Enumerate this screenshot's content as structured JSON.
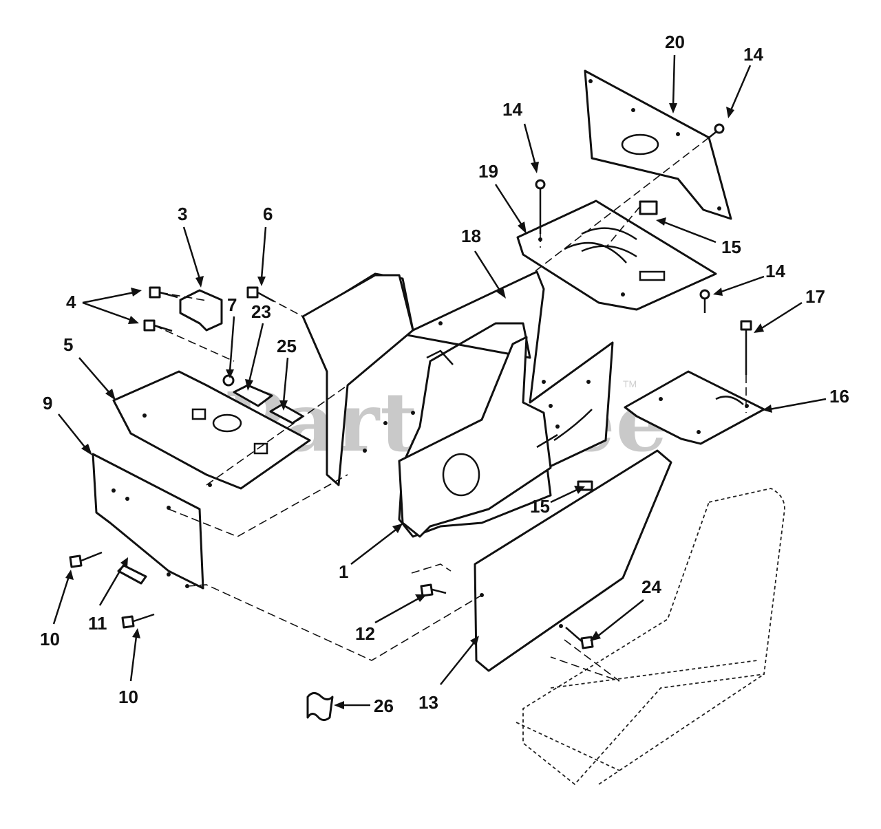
{
  "watermark": {
    "text": "PartsTree",
    "tm": "TM"
  },
  "callouts": [
    {
      "id": "c20",
      "label": "20"
    },
    {
      "id": "c14a",
      "label": "14"
    },
    {
      "id": "c14b",
      "label": "14"
    },
    {
      "id": "c19",
      "label": "19"
    },
    {
      "id": "c15a",
      "label": "15"
    },
    {
      "id": "c14c",
      "label": "14"
    },
    {
      "id": "c17",
      "label": "17"
    },
    {
      "id": "c18",
      "label": "18"
    },
    {
      "id": "c3",
      "label": "3"
    },
    {
      "id": "c6",
      "label": "6"
    },
    {
      "id": "c4",
      "label": "4"
    },
    {
      "id": "c7",
      "label": "7"
    },
    {
      "id": "c23",
      "label": "23"
    },
    {
      "id": "c25",
      "label": "25"
    },
    {
      "id": "c5",
      "label": "5"
    },
    {
      "id": "c16",
      "label": "16"
    },
    {
      "id": "c9",
      "label": "9"
    },
    {
      "id": "c15b",
      "label": "15"
    },
    {
      "id": "c1",
      "label": "1"
    },
    {
      "id": "c24",
      "label": "24"
    },
    {
      "id": "c10a",
      "label": "10"
    },
    {
      "id": "c11",
      "label": "11"
    },
    {
      "id": "c12",
      "label": "12"
    },
    {
      "id": "c10b",
      "label": "10"
    },
    {
      "id": "c13",
      "label": "13"
    },
    {
      "id": "c26",
      "label": "26"
    }
  ]
}
